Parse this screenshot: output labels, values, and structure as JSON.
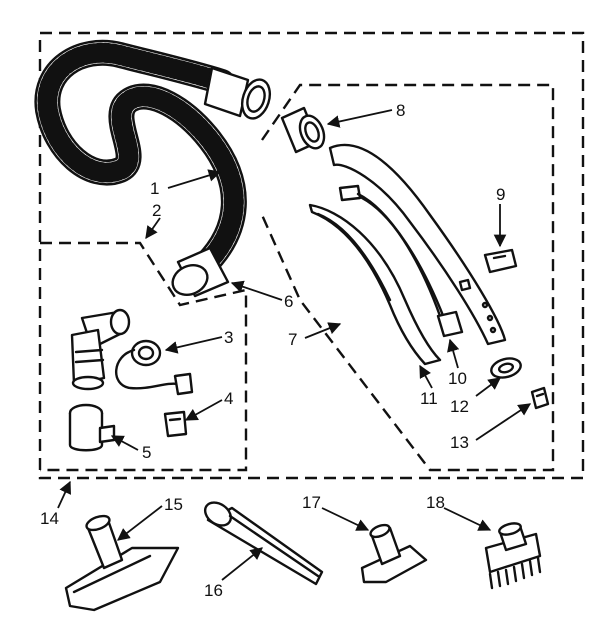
{
  "diagram": {
    "part_labels": {
      "p1": "1",
      "p2": "2",
      "p3": "3",
      "p4": "4",
      "p5": "5",
      "p6": "6",
      "p7": "7",
      "p8": "8",
      "p9": "9",
      "p10": "10",
      "p11": "11",
      "p12": "12",
      "p13": "13",
      "p14": "14",
      "p15": "15",
      "p16": "16",
      "p17": "17",
      "p18": "18"
    }
  }
}
